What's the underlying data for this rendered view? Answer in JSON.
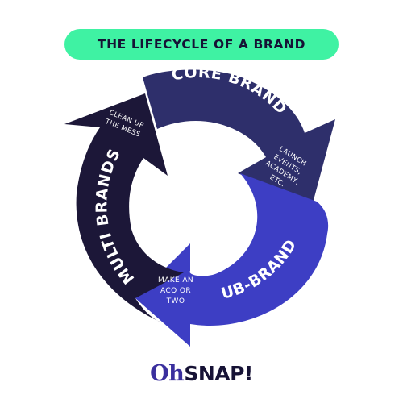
{
  "title": "THE LIFECYCLE OF A BRAND",
  "stages": {
    "core": {
      "label": "CORE BRAND",
      "note": [
        "LAUNCH",
        "EVENTS,",
        "ACADEMY,",
        "ETC."
      ],
      "color": "#2e2f6b"
    },
    "sub": {
      "label": "SUB-BRANDS",
      "note": [
        "MAKE AN",
        "ACQ OR",
        "TWO"
      ],
      "color": "#3d3ec4"
    },
    "multi": {
      "label": "MULTI BRANDS",
      "note": [
        "CLEAN UP",
        "THE MESS"
      ],
      "color": "#1c1738"
    }
  },
  "logo": {
    "part1": "Oh",
    "part2": "SNAP!"
  },
  "colors": {
    "accent": "#3ff2a3",
    "ink": "#161235"
  }
}
